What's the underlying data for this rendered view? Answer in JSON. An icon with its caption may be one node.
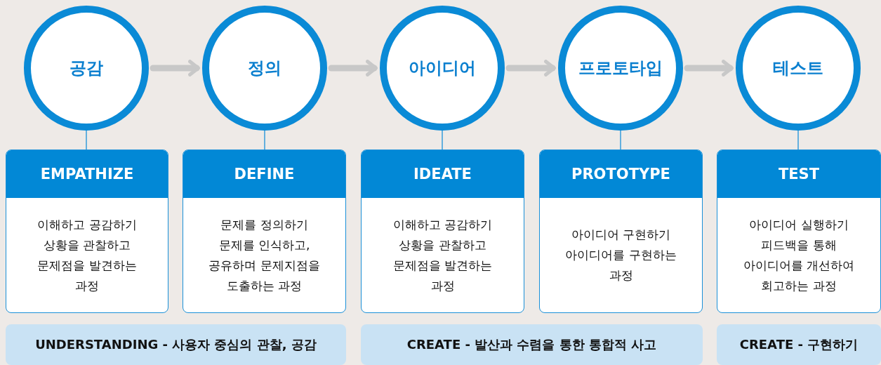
{
  "diagram": {
    "nodes": [
      {
        "text": [
          "공감"
        ]
      },
      {
        "text": [
          "정의"
        ]
      },
      {
        "text": [
          "아이디어"
        ]
      },
      {
        "text": [
          "프로토타입"
        ]
      },
      {
        "text": [
          "테스트"
        ]
      },
      {
        "text": [
          "EMPATHIZE",
          "이해하고 공감하기 상황을 관찰하고 문제점을 발견하는 과정"
        ]
      },
      {
        "text": [
          "DEFINE",
          "문제를 정의하기 문제를 인식하고, 공유하며 문제지점을 도출하는 과정"
        ]
      },
      {
        "text": [
          "IDEATE",
          "이해하고 공감하기 상황을 관찰하고 문제점을 발견하는 과정"
        ]
      },
      {
        "text": [
          "PROTOTYPE",
          "아이디어 구현하기 아이디어를 구현하는 과정"
        ]
      },
      {
        "text": [
          "TEST",
          "아이디어 실행하기 피드백을 통해 아이디어를 개선하여 회고하는 과정"
        ]
      },
      {
        "text": [
          "UNDERSTANDING - 사용자 중심의 관찰, 공감"
        ]
      },
      {
        "text": [
          "CREATE - 발산과 수렴을 통한 통합적 사고"
        ]
      },
      {
        "text": [
          "CREATE - 구현하기"
        ]
      }
    ],
    "edges": [
      {
        "from": 0,
        "to": 1,
        "arrow": "to",
        "style": "thick",
        "color": "#c8c8c8"
      },
      {
        "from": 1,
        "to": 2,
        "arrow": "to",
        "style": "thick",
        "color": "#c8c8c8"
      },
      {
        "from": 2,
        "to": 3,
        "arrow": "to",
        "style": "thick",
        "color": "#c8c8c8"
      },
      {
        "from": 3,
        "to": 4,
        "arrow": "to",
        "style": "thick",
        "color": "#c8c8c8"
      },
      {
        "from": 0,
        "to": 5,
        "arrow": "none"
      },
      {
        "from": 1,
        "to": 6,
        "arrow": "none"
      },
      {
        "from": 2,
        "to": 7,
        "arrow": "none"
      },
      {
        "from": 3,
        "to": 8,
        "arrow": "none"
      },
      {
        "from": 4,
        "to": 9,
        "arrow": "none"
      }
    ]
  }
}
